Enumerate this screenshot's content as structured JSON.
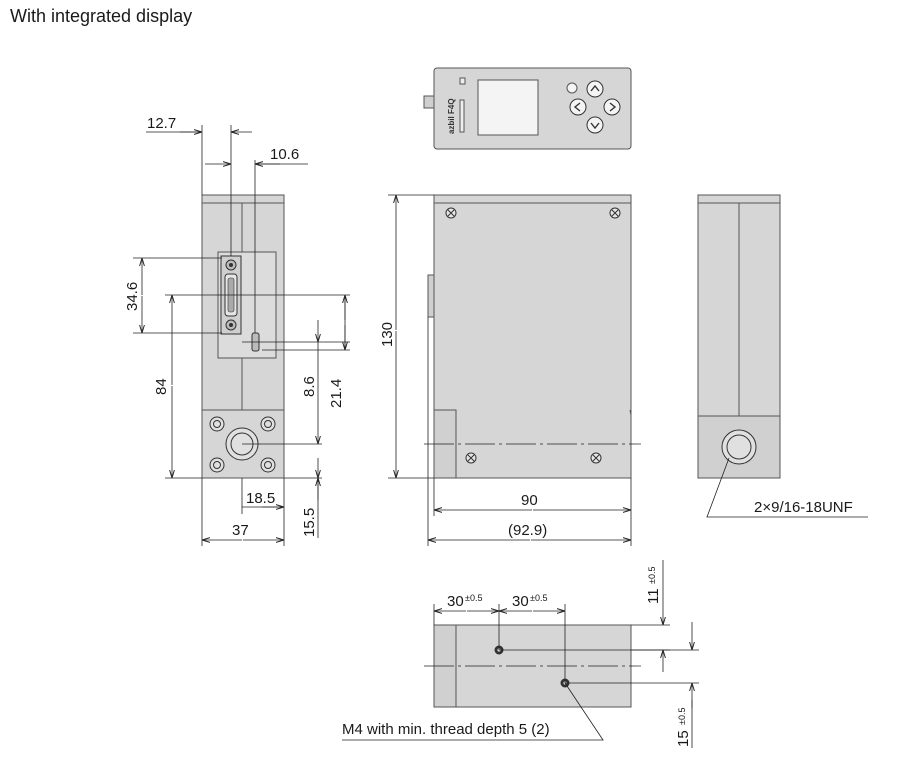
{
  "title": "With integrated display",
  "dimensions": {
    "d_12_7": "12.7",
    "d_10_6": "10.6",
    "d_34_6": "34.6",
    "d_84": "84",
    "d_8_6": "8.6",
    "d_21_4": "21.4",
    "d_18_5": "18.5",
    "d_15_5": "15.5",
    "d_37": "37",
    "d_130": "130",
    "d_90": "90",
    "d_92_9": "(92.9)",
    "d_30_a": "30",
    "d_30_b": "30",
    "d_11": "11",
    "d_15": "15",
    "tol_pm05": "±0.5"
  },
  "callouts": {
    "thread_port": "2×9/16-18UNF",
    "mount_hole": "M4 with min. thread depth 5 (2)"
  },
  "device_label": "azbil F4Q"
}
